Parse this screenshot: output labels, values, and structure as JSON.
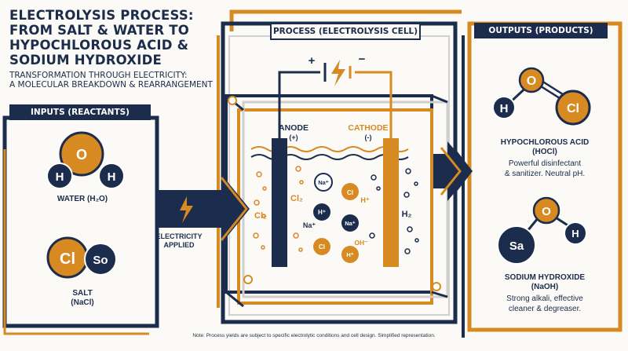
{
  "title": "ELECTROLYSIS PROCESS: FROM SALT & WATER TO HYPOCHLOROUS ACID & SODIUM HYDROXIDE",
  "subtitle_line1": "TRANSFORMATION THROUGH ELECTRICITY:",
  "subtitle_line2": "A MOLECULAR BREAKDOWN & REARRANGEMENT",
  "inputs": {
    "header": "INPUTS (REACTANTS)",
    "water": {
      "label": "WATER (H₂O)",
      "atoms": [
        "O",
        "H",
        "H"
      ]
    },
    "salt": {
      "label_line1": "SALT",
      "label_line2": "(NaCl)",
      "atoms": [
        "Cl",
        "So"
      ]
    }
  },
  "electricity": {
    "label_line1": "ELECTRICITY",
    "label_line2": "APPLIED"
  },
  "process": {
    "header": "PROCESS (ELECTROLYSIS CELL)",
    "plus": "+",
    "minus": "−",
    "anode_line1": "ANODE",
    "anode_line2": "(+)",
    "cathode_line1": "CATHODE",
    "cathode_line2": "(-)",
    "species": {
      "cl2_a": "Cl₂",
      "cl2_b": "Cl₂",
      "na_a": "Na⁺",
      "h_plus_a": "H⁺",
      "na_b": "Na⁺",
      "cl_a": "Cl",
      "h_plus_b": "H⁺",
      "na_c": "Na⁺",
      "h2": "H₂",
      "cl_b": "Cl",
      "oh": "OH⁻",
      "h_plus_c": "H⁺"
    }
  },
  "outputs": {
    "header": "OUTPUTS (PRODUCTS)",
    "hocl": {
      "atoms": [
        "O",
        "H",
        "Cl"
      ],
      "name": "HYPOCHLOROUS ACID",
      "formula": "(HOCl)",
      "desc_line1": "Powerful disinfectant",
      "desc_line2": "& sanitizer. Neutral pH."
    },
    "naoh": {
      "atoms": [
        "O",
        "Sa",
        "H"
      ],
      "name": "SODIUM HYDROXIDE",
      "formula": "(NaOH)",
      "desc_line1": "Strong alkali, effective",
      "desc_line2": "cleaner & degreaser."
    }
  },
  "note": "Note: Process yields are subject to specific electrolytic conditions and cell design. Simplified representation.",
  "colors": {
    "navy": "#1c2c4c",
    "orange": "#d88a22",
    "cream": "#fbfaf6"
  }
}
